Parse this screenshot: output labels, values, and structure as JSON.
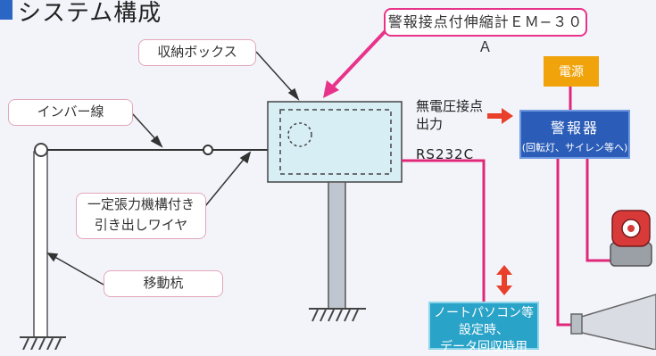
{
  "title": "システム構成",
  "labels": {
    "device": "警報接点付伸縮計ＥＭ−３０Ａ",
    "box": "収納ボックス",
    "invar": "インバー線",
    "wire_line1": "一定張力機構付き",
    "wire_line2": "引き出しワイヤ",
    "pile": "移動杭",
    "contact_line1": "無電圧接点",
    "contact_line2": "出力",
    "rs232c": "RS232C",
    "power": "電源",
    "alarm_title": "警報器",
    "alarm_sub": "(回転灯、サイレン等へ)",
    "pc_line1": "ノートパソコン等",
    "pc_line2": "設定時、",
    "pc_line3": "データ回収時用"
  },
  "colors": {
    "accent_pink": "#e8338a",
    "cable_pink": "#e0287a",
    "alarm_blue": "#2a5cb8",
    "power_orange": "#f0a30a",
    "pc_teal": "#2aa3c8",
    "arrow_red": "#e8402a"
  }
}
